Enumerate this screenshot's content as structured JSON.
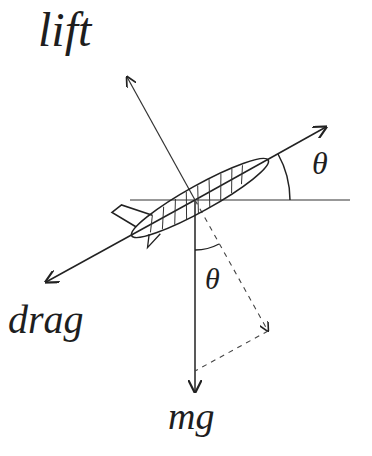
{
  "diagram": {
    "labels": [
      "lift",
      "θ",
      "θ",
      "drag",
      "mg"
    ]
  }
}
